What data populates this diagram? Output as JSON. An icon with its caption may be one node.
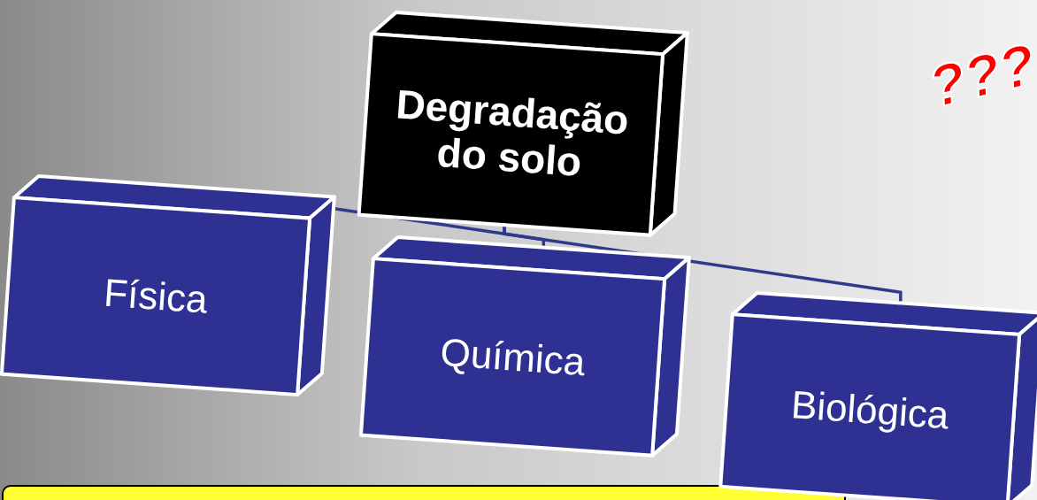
{
  "diagram": {
    "nodes": [
      {
        "text": [
          "Degradação do solo"
        ]
      },
      {
        "text": [
          "Física"
        ]
      },
      {
        "text": [
          "Química"
        ]
      },
      {
        "text": [
          "Biológica"
        ]
      }
    ],
    "edges": [
      {
        "from": 0,
        "to": 1,
        "arrow": "none"
      },
      {
        "from": 0,
        "to": 2,
        "arrow": "none"
      },
      {
        "from": 0,
        "to": 3,
        "arrow": "none"
      }
    ],
    "labels": [
      "???"
    ]
  }
}
